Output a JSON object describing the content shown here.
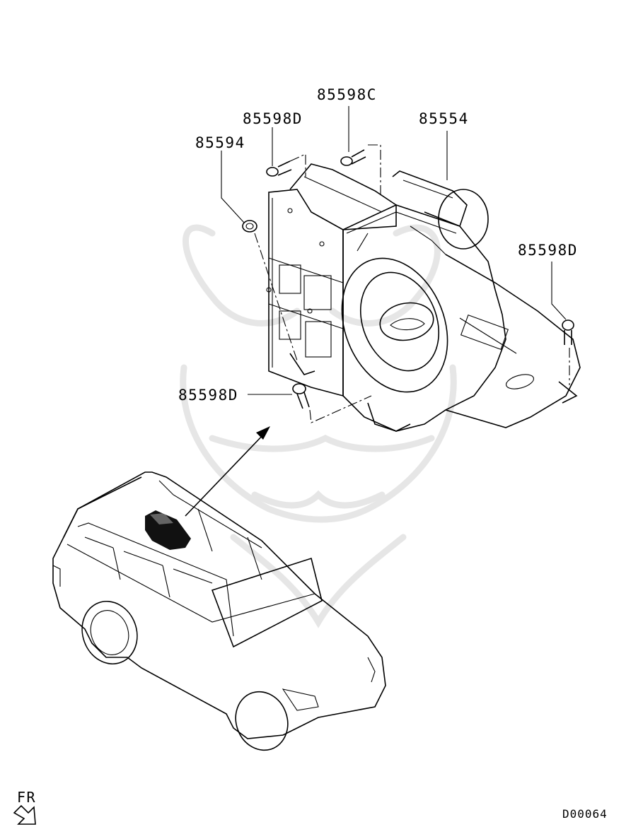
{
  "diagram": {
    "callouts": {
      "c1": "85598C",
      "c2": "85598D",
      "c3": "85554",
      "c4": "85594",
      "c5": "85598D",
      "c6": "85598D"
    },
    "direction_label": "FR",
    "figure_code": "D00064"
  },
  "colors": {
    "line": "#000000",
    "background": "#ffffff",
    "watermark": "#e6e6e6"
  }
}
